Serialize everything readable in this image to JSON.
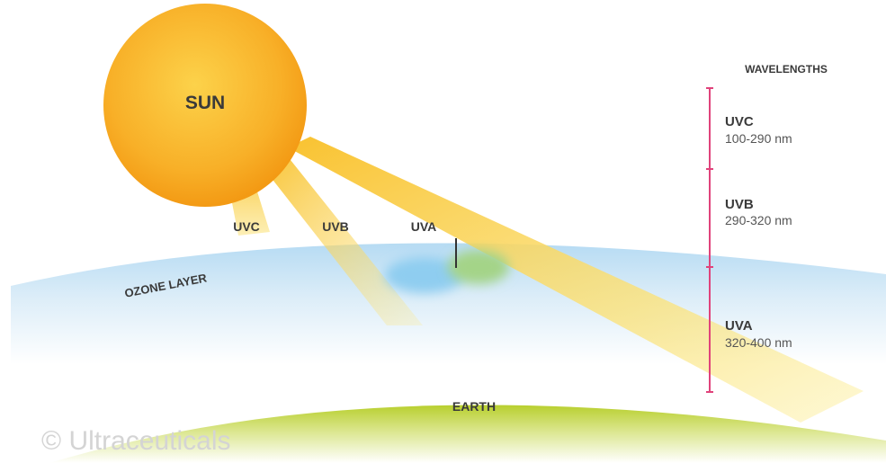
{
  "diagram": {
    "sun_label": "SUN",
    "ray_labels": [
      "UVC",
      "UVB",
      "UVA"
    ],
    "ozone_label": "OZONE LAYER",
    "earth_label": "EARTH",
    "watermark": "© Ultraceuticals",
    "wavelengths": {
      "title": "WAVELENGTHS",
      "bands": [
        {
          "name": "UVC",
          "range": "100-290 nm"
        },
        {
          "name": "UVB",
          "range": "290-320 nm"
        },
        {
          "name": "UVA",
          "range": "320-400 nm"
        }
      ]
    }
  },
  "colors": {
    "sun": "#f6a21c",
    "ray": "#f9d64a",
    "sky": "#cfe6f6",
    "earth": "#b9d23c",
    "scale_line": "#e0437b"
  }
}
